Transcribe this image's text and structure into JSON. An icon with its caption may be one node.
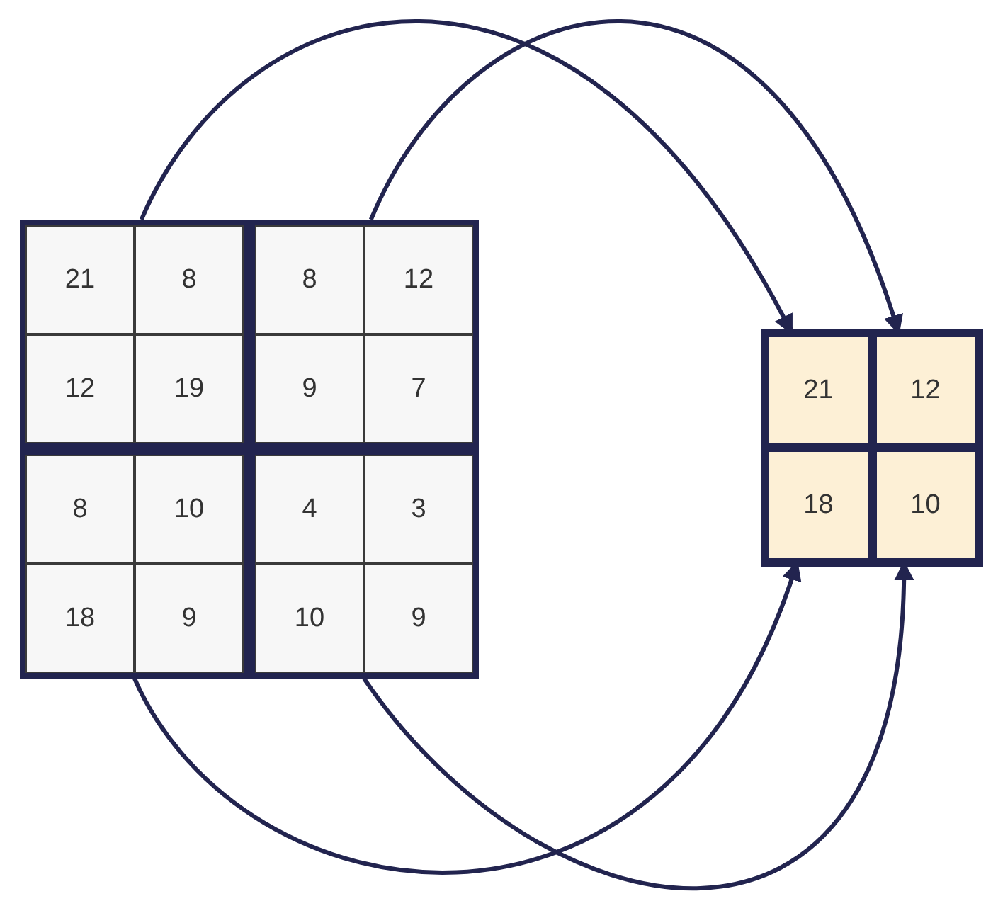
{
  "diagram": {
    "nodes": [
      {
        "text": [],
        "shape": "box"
      },
      {
        "text": [
          "21"
        ],
        "in": 0
      },
      {
        "text": [
          "8"
        ],
        "in": 0
      },
      {
        "text": [
          "12"
        ],
        "in": 0
      },
      {
        "text": [
          "19"
        ],
        "in": 0
      },
      {
        "text": [],
        "shape": "box"
      },
      {
        "text": [
          "8"
        ],
        "in": 5
      },
      {
        "text": [
          "12"
        ],
        "in": 5
      },
      {
        "text": [
          "9"
        ],
        "in": 5
      },
      {
        "text": [
          "7"
        ],
        "in": 5
      },
      {
        "text": [],
        "shape": "box"
      },
      {
        "text": [
          "8"
        ],
        "in": 10
      },
      {
        "text": [
          "10"
        ],
        "in": 10
      },
      {
        "text": [
          "18"
        ],
        "in": 10
      },
      {
        "text": [
          "9"
        ],
        "in": 10
      },
      {
        "text": [],
        "shape": "box"
      },
      {
        "text": [
          "4"
        ],
        "in": 15
      },
      {
        "text": [
          "3"
        ],
        "in": 15
      },
      {
        "text": [
          "10"
        ],
        "in": 15
      },
      {
        "text": [
          "9"
        ],
        "in": 15
      },
      {
        "text": [],
        "shape": "box"
      },
      {
        "text": [
          "21"
        ],
        "in": 20
      },
      {
        "text": [
          "12"
        ],
        "in": 20
      },
      {
        "text": [
          "18"
        ],
        "in": 20
      },
      {
        "text": [
          "10"
        ],
        "in": 20
      }
    ],
    "edges": [
      {
        "from": 0,
        "to": 21,
        "arrow": "to"
      },
      {
        "from": 5,
        "to": 22,
        "arrow": "to"
      },
      {
        "from": 10,
        "to": 23,
        "arrow": "to"
      },
      {
        "from": 15,
        "to": 24,
        "arrow": "to"
      }
    ]
  }
}
